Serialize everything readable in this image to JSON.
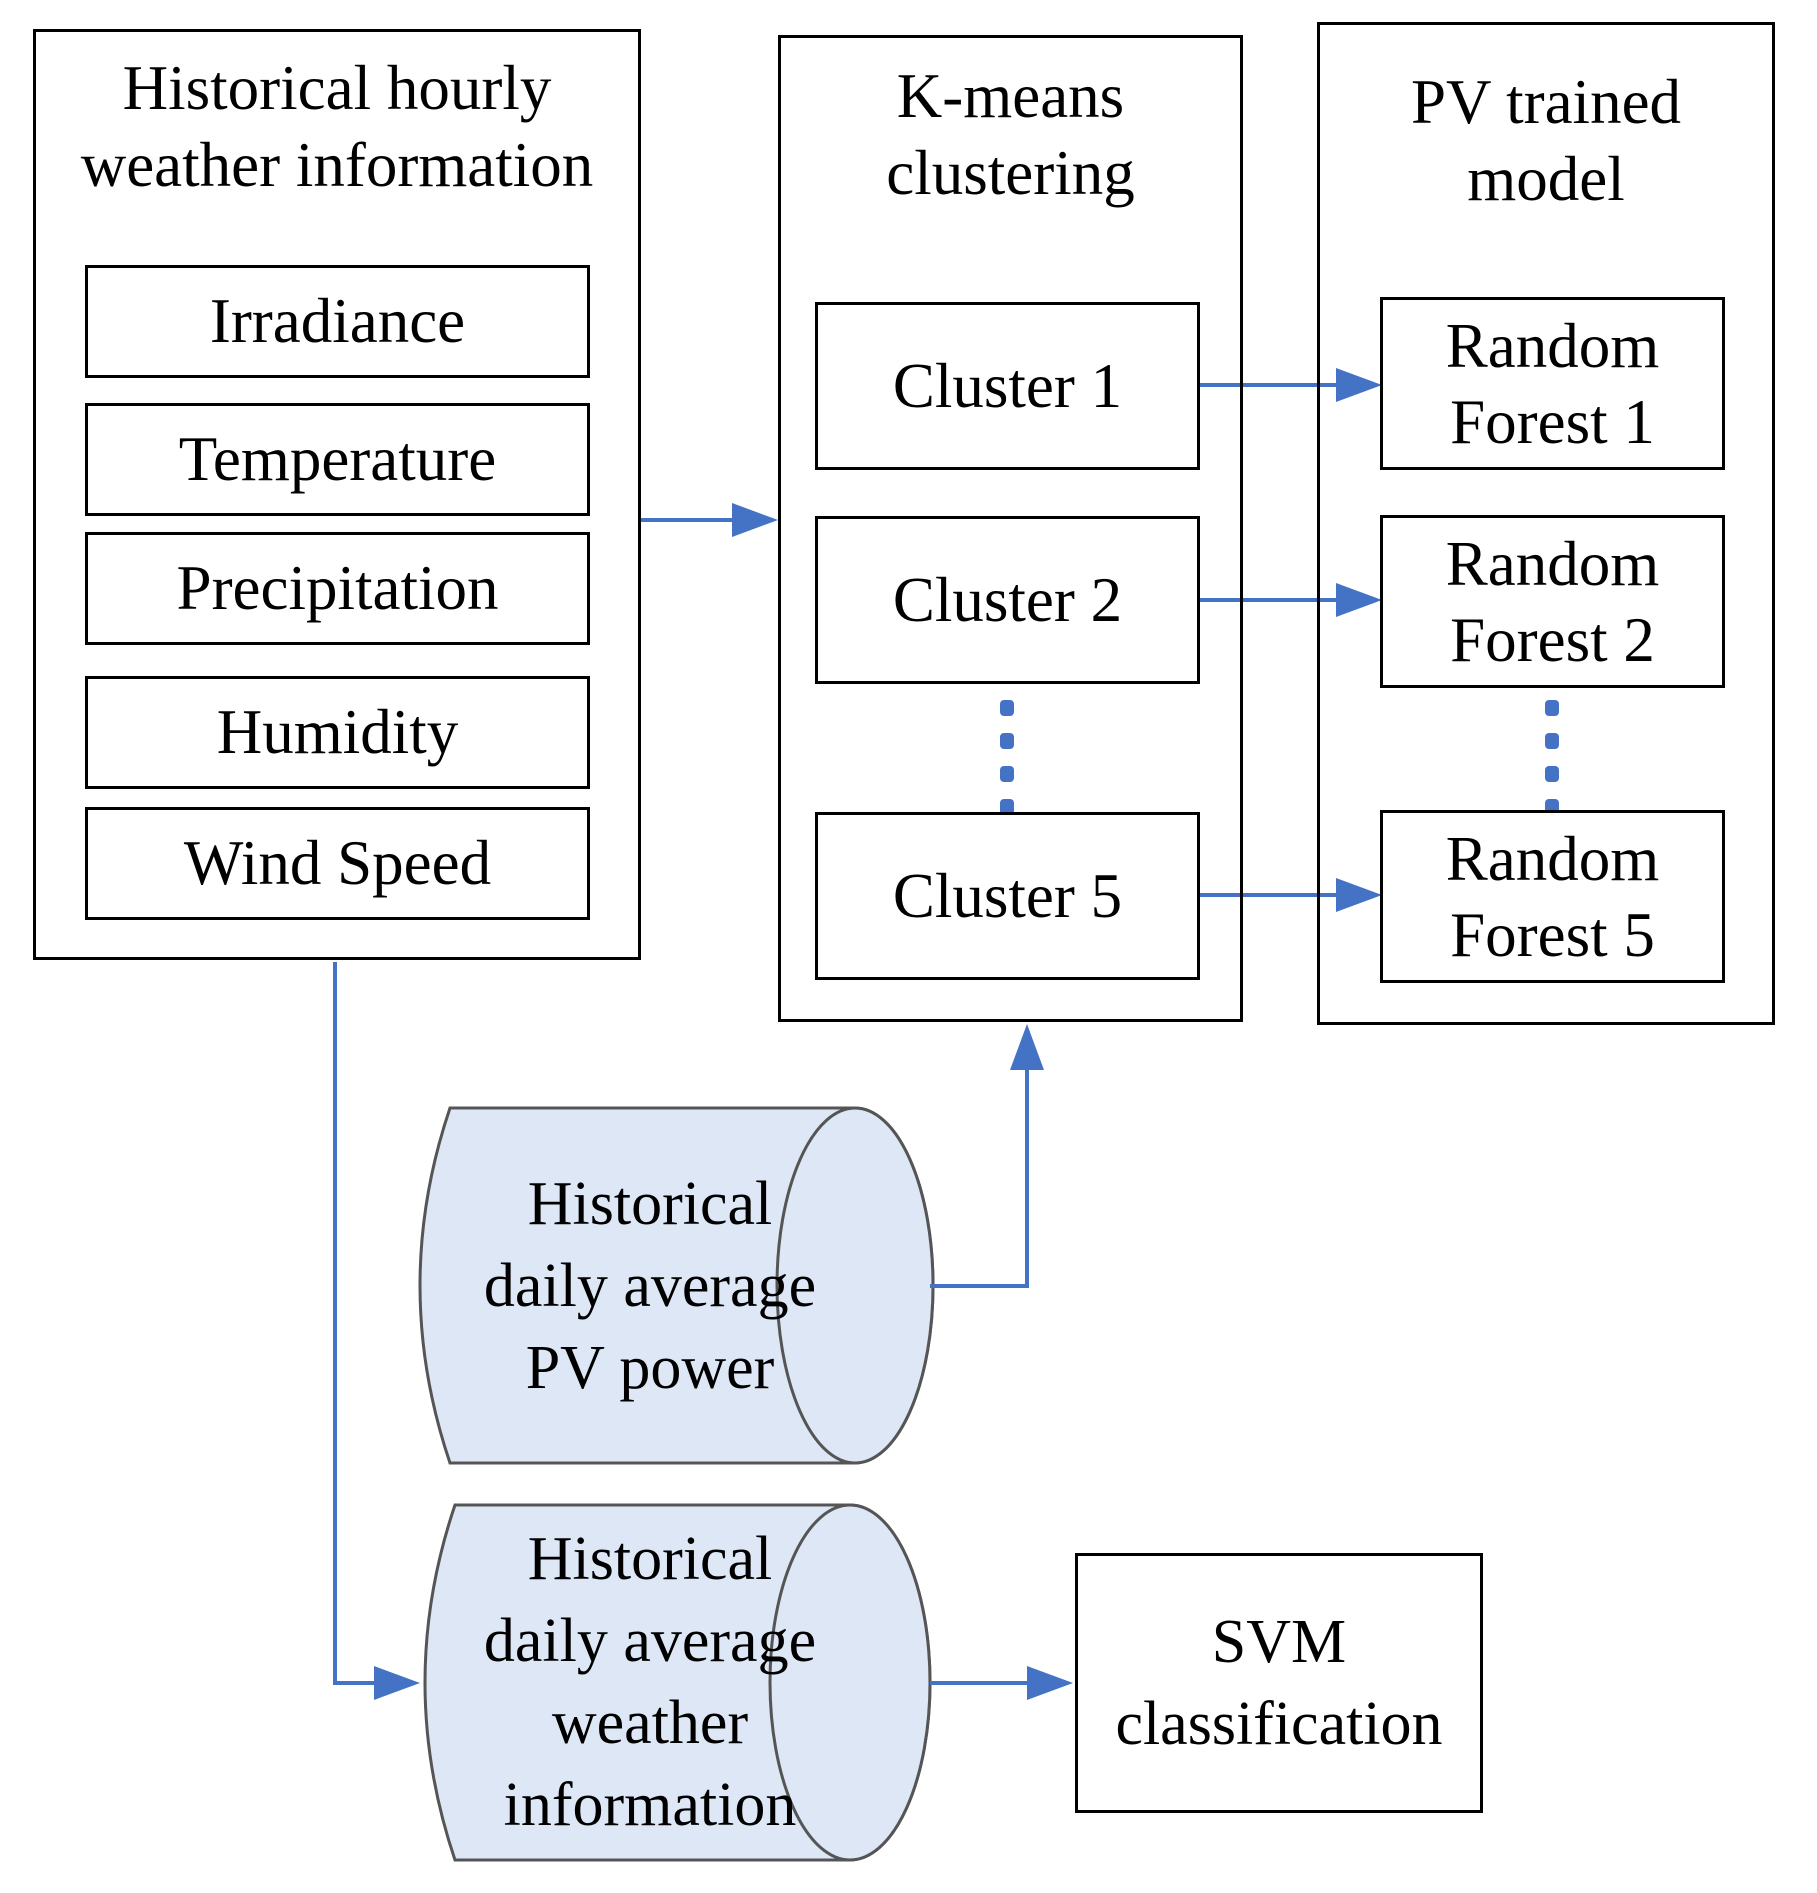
{
  "colors": {
    "arrow": "#4472C4",
    "ellipsis_dots": "#4472C4",
    "cylinder_fill": "#DEE7F5",
    "cylinder_stroke": "#555555",
    "box_border": "#000000",
    "text": "#000000",
    "background": "#FFFFFF"
  },
  "weather_panel": {
    "title": [
      "Historical hourly",
      "weather information"
    ],
    "items": [
      "Irradiance",
      "Temperature",
      "Precipitation",
      "Humidity",
      "Wind Speed"
    ]
  },
  "clustering_panel": {
    "title": [
      "K-means",
      "clustering"
    ],
    "clusters": [
      "Cluster 1",
      "Cluster 2",
      "Cluster 5"
    ]
  },
  "model_panel": {
    "title": [
      "PV trained",
      "model"
    ],
    "models": [
      [
        "Random",
        "Forest 1"
      ],
      [
        "Random",
        "Forest 2"
      ],
      [
        "Random",
        "Forest 5"
      ]
    ]
  },
  "datastores": {
    "pv_power": [
      "Historical",
      "daily average",
      "PV power"
    ],
    "weather_info": [
      "Historical",
      "daily average",
      "weather",
      "information"
    ]
  },
  "svm": [
    "SVM",
    "classification"
  ]
}
